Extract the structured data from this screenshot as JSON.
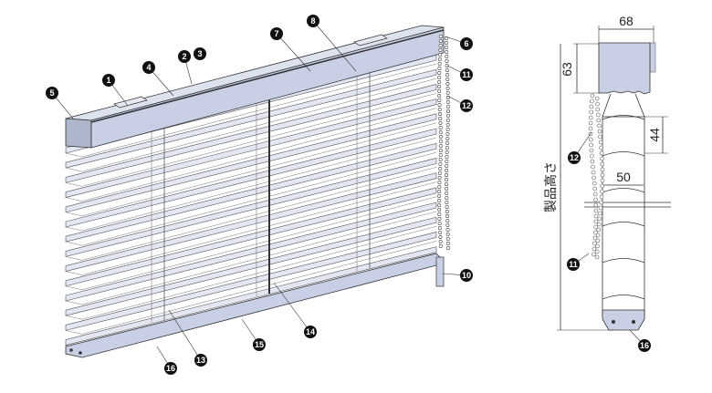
{
  "colors": {
    "rail": "#c9d0e6",
    "slat": "#e3e7f3",
    "line": "#333333",
    "callout": "#111111"
  },
  "callouts_main": [
    "1",
    "2",
    "3",
    "4",
    "5",
    "6",
    "7",
    "8",
    "10",
    "11",
    "12",
    "13",
    "14",
    "15",
    "16"
  ],
  "callouts_side": [
    "12",
    "11",
    "16"
  ],
  "dimensions": {
    "width_top": "68",
    "headrail_height": "63",
    "slat_pitch": "44",
    "slat_width": "50",
    "product_height": "製品高さ"
  }
}
